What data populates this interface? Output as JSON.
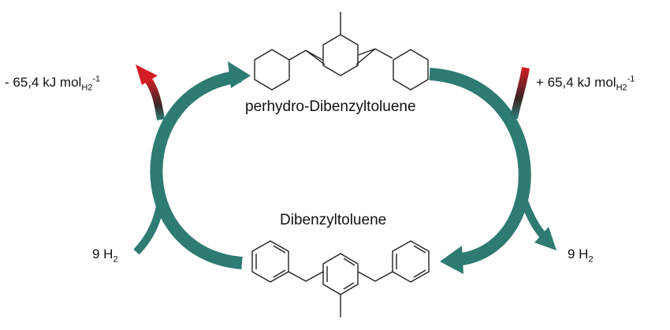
{
  "top_molecule": {
    "name": "perhydro-Dibenzyltoluene"
  },
  "bottom_molecule": {
    "name": "Dibenzyltoluene"
  },
  "left_energy": {
    "prefix": "- 65,4 kJ mol",
    "sub": "H2",
    "sup": "-1"
  },
  "right_energy": {
    "prefix": "+ 65,4 kJ mol",
    "sub": "H2",
    "sup": "-1"
  },
  "left_h2": {
    "prefix": "9 H",
    "sub": "2"
  },
  "right_h2": {
    "prefix": "9 H",
    "sub": "2"
  },
  "colors": {
    "cycle": "#2e7b73",
    "heat_red": "#cc1a22",
    "heat_dark": "#3a2424",
    "structure": "#222222"
  },
  "icons": [
    "cycle-arrow-icon",
    "heat-release-arrow-icon",
    "heat-input-arrow-icon",
    "hydrogen-arrow-icon"
  ]
}
